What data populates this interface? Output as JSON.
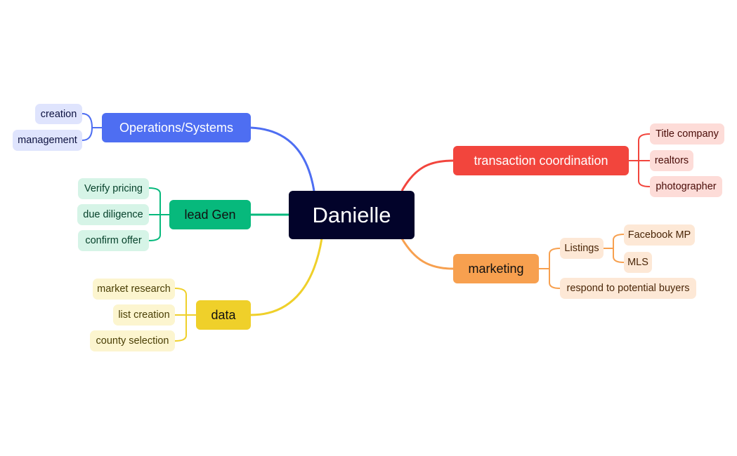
{
  "root": {
    "label": "Danielle"
  },
  "colors": {
    "blue": "#4e6ef2",
    "red": "#f2453d",
    "green": "#07b97c",
    "yellow": "#efd02a",
    "orange": "#f7a04f",
    "root": "#02032a"
  },
  "branches": {
    "operations": {
      "label": "Operations/Systems",
      "children": [
        "creation",
        "management"
      ]
    },
    "lead_gen": {
      "label": "lead Gen",
      "children": [
        "Verify pricing",
        "due diligence",
        "confirm offer"
      ]
    },
    "data": {
      "label": "data",
      "children": [
        "market research",
        "list creation",
        "county selection"
      ]
    },
    "transaction": {
      "label": "transaction coordination",
      "children": [
        "Title company",
        "realtors",
        "photographer"
      ]
    },
    "marketing": {
      "label": "marketing",
      "listings": {
        "label": "Listings",
        "children": [
          "Facebook MP",
          "MLS"
        ]
      },
      "respond": "respond to potential buyers"
    }
  }
}
